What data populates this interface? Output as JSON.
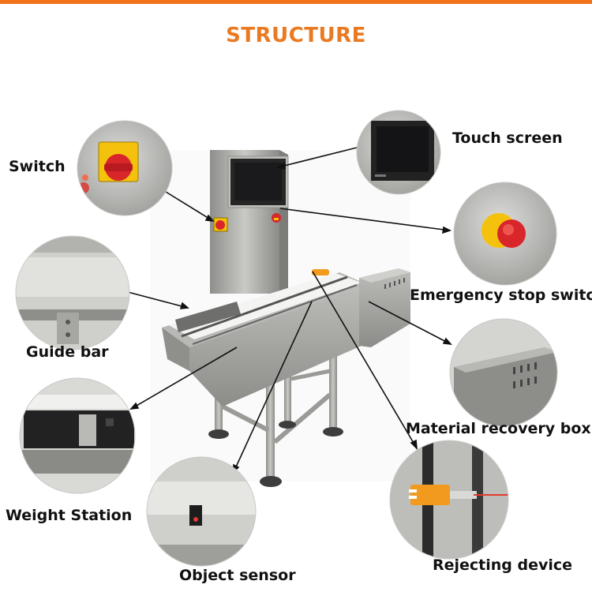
{
  "title": "STRUCTURE",
  "labels": {
    "switch": "Switch",
    "touch_screen": "Touch screen",
    "emergency_stop": "Emergency stop switch",
    "guide_bar": "Guide bar",
    "material_recovery_box": "Material recovery box",
    "weight_station": "Weight Station",
    "object_sensor": "Object sensor",
    "rejecting_device": "Rejecting device"
  },
  "colors": {
    "accent": "#ea7a22",
    "top_bar": "#f2721c",
    "stainless": "#a9a9a6",
    "belt": "#f4f4f2",
    "switch_yellow": "#f4c20d",
    "switch_red": "#d9262b",
    "rejector_orange": "#f29a1d"
  }
}
